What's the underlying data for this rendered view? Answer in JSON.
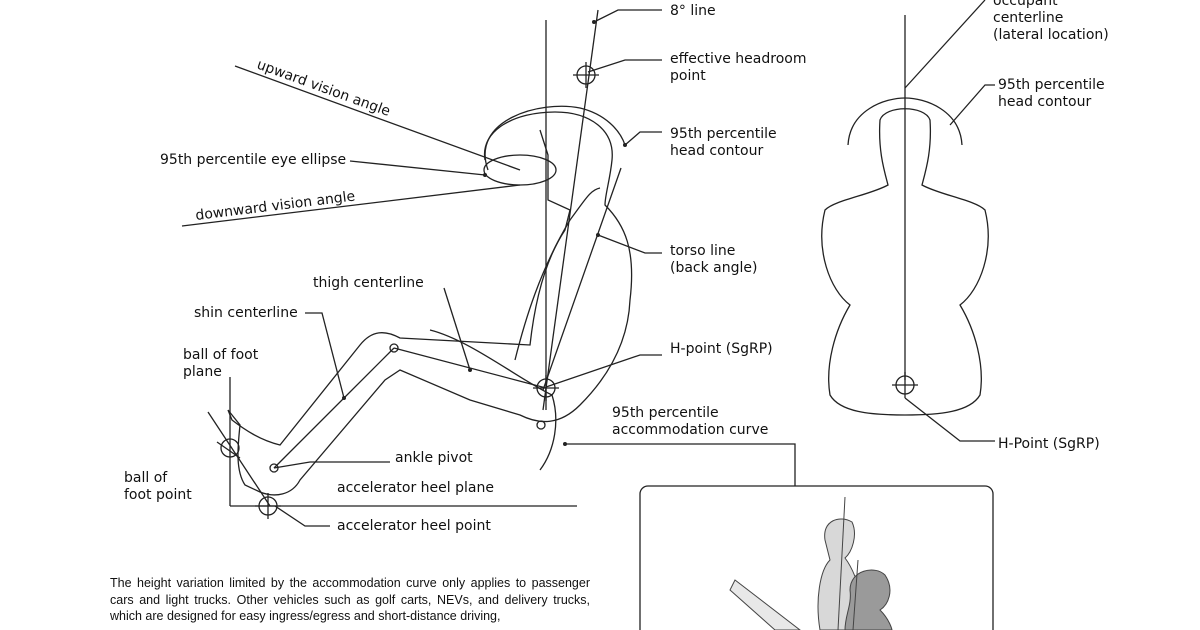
{
  "labels": {
    "eight_deg_line": "8° line",
    "effective_headroom_1": "effective headroom",
    "effective_headroom_2": "point",
    "head_contour_1": "95th percentile",
    "head_contour_2": "head contour",
    "torso_line_1": "torso line",
    "torso_line_2": "(back angle)",
    "hpoint_left": "H-point (SgRP)",
    "accommodation_1": "95th percentile",
    "accommodation_2": "accommodation curve",
    "upward_vision": "upward vision angle",
    "downward_vision": "downward vision angle",
    "eye_ellipse": "95th percentile eye ellipse",
    "thigh_centerline": "thigh centerline",
    "shin_centerline": "shin centerline",
    "ball_plane_1": "ball of foot",
    "ball_plane_2": "plane",
    "ball_point_1": "ball of",
    "ball_point_2": "foot point",
    "ankle_pivot": "ankle pivot",
    "heel_plane": "accelerator heel plane",
    "heel_point": "accelerator heel point",
    "occupant_1": "occupant",
    "occupant_2": "centerline",
    "occupant_3": "(lateral location)",
    "head_contour_r1": "95th percentile",
    "head_contour_r2": "head contour",
    "hpoint_right": "H-Point (SgRP)"
  },
  "paragraph": "The height variation limited by the accommodation curve only applies to passenger cars and light trucks. Other vehicles such as golf carts, NEVs, and delivery trucks, which are designed for easy ingress/egress and short-distance driving,"
}
